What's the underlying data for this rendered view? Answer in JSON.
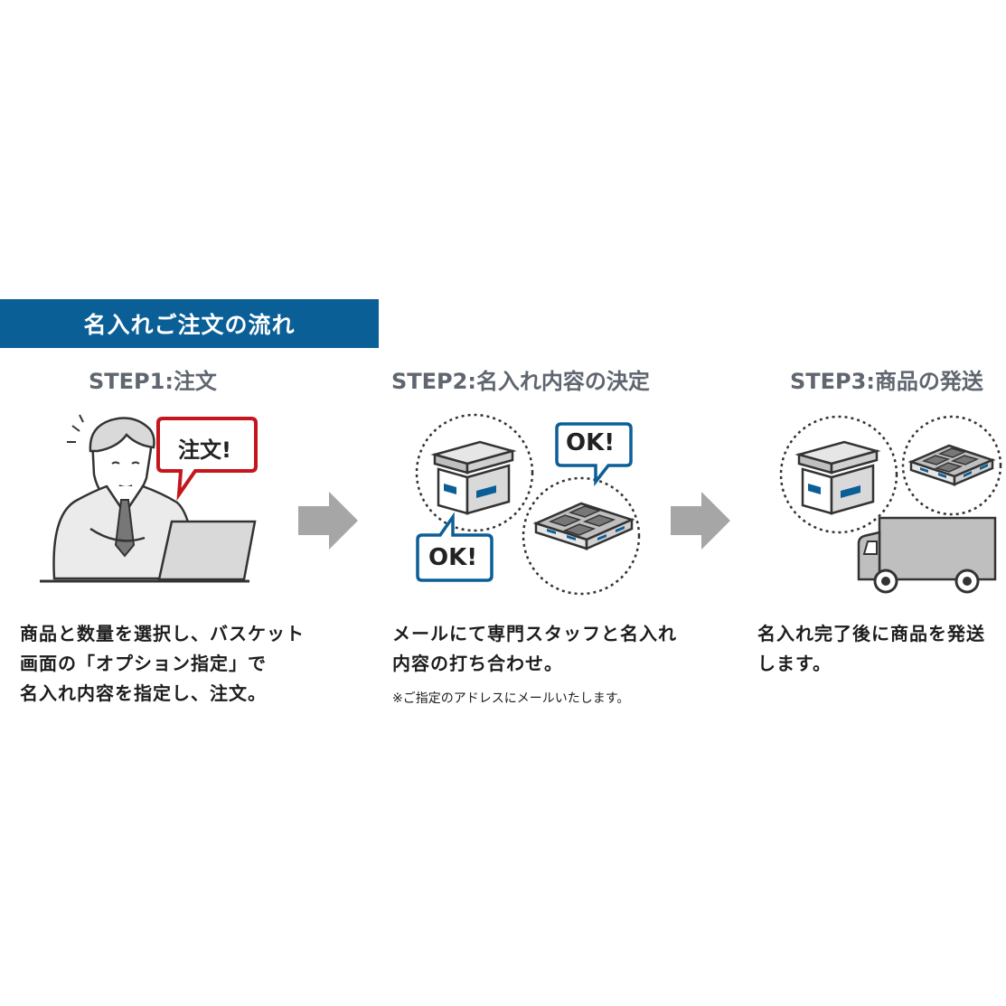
{
  "banner": {
    "title": "名入れご注文の流れ"
  },
  "steps": [
    {
      "title": "STEP1:注文",
      "bubble": "注文!",
      "desc_lines": [
        "商品と数量を選択し、バスケット",
        "画面の「オプション指定」で",
        "名入れ内容を指定し、注文。"
      ]
    },
    {
      "title": "STEP2:名入れ内容の決定",
      "bubble_top": "OK!",
      "bubble_bottom": "OK!",
      "desc_lines": [
        "メールにて専門スタッフと名入れ",
        "内容の打ち合わせ。"
      ],
      "note": "※ご指定のアドレスにメールいたします。"
    },
    {
      "title": "STEP3:商品の発送",
      "desc_lines": [
        "名入れ完了後に商品を発送",
        "します。"
      ]
    }
  ],
  "colors": {
    "brand_blue": "#0b5f97",
    "bubble_red": "#c4161c",
    "bubble_blue": "#0b5f97",
    "arrow_gray": "#a6a6a6",
    "item_gray": "#cfcfcf"
  },
  "icons": [
    "person-at-laptop-icon",
    "speech-bubble-icon",
    "arrow-right-icon",
    "box-icon",
    "tray-icon",
    "truck-icon"
  ]
}
